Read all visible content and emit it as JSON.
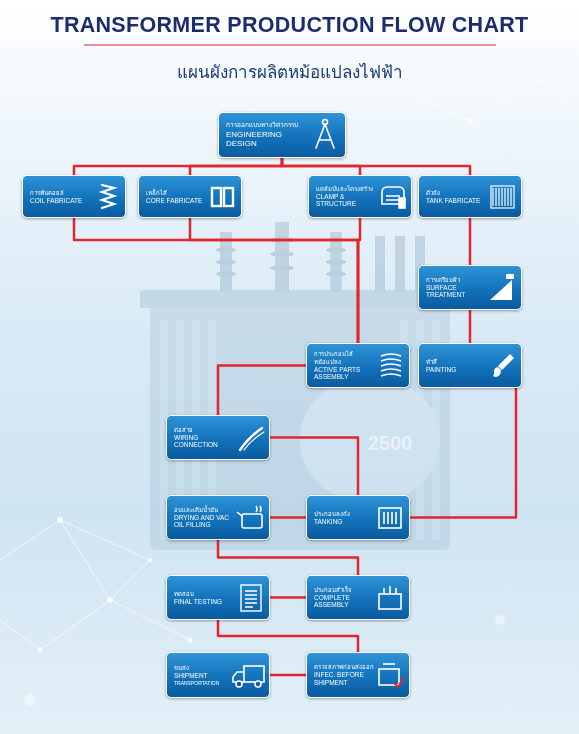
{
  "diagram": {
    "title": "TRANSFORMER PRODUCTION FLOW CHART",
    "nodes": [
      {
        "text": [
          "การออกแบบทางวิศวกรรม",
          "ENGINEERING DESIGN"
        ]
      },
      {
        "text": [
          "การพันคอยล์",
          "COIL FABRICATE"
        ]
      },
      {
        "text": [
          "เหล็กไส้",
          "CORE FABRICATE"
        ]
      },
      {
        "text": [
          "แคล้มป์และโครงสร้าง",
          "CLAMP & STRUCTURE"
        ]
      },
      {
        "text": [
          "ตัวถัง",
          "TANK FABRICATE"
        ]
      },
      {
        "text": [
          "การเตรียมผิว",
          "SURFACE TREATMENT"
        ]
      },
      {
        "text": [
          "ทำสี",
          "PAINTING"
        ]
      },
      {
        "text": [
          "การประกอบไส้หม้อแปลง",
          "ACTIVE PARTS ASSEMBLY"
        ]
      },
      {
        "text": [
          "ต่อสาย",
          "WIRING CONNECTION"
        ]
      },
      {
        "text": [
          "ประกอบลงถัง",
          "TANKING"
        ]
      },
      {
        "text": [
          "อบและเติมน้ำมัน",
          "DRYING AND VAC OIL FILLING"
        ]
      },
      {
        "text": [
          "ประกอบสำเร็จ",
          "COMPLETE ASSEMBLY"
        ]
      },
      {
        "text": [
          "ทดสอบ",
          "FINAL TESTING"
        ]
      },
      {
        "text": [
          "ตรวจสภาพก่อนส่งออก",
          "INFEC. BEFORE SHIPMENT"
        ]
      },
      {
        "text": [
          "ขนส่ง",
          "SHIPMENT",
          "TRANSPORTATION"
        ]
      }
    ],
    "edges": [
      {
        "from": 0,
        "to": 1,
        "arrow": "none"
      },
      {
        "from": 0,
        "to": 2,
        "arrow": "none"
      },
      {
        "from": 0,
        "to": 3,
        "arrow": "none"
      },
      {
        "from": 0,
        "to": 4,
        "arrow": "none"
      },
      {
        "from": 1,
        "to": 7,
        "arrow": "none"
      },
      {
        "from": 2,
        "to": 7,
        "arrow": "none"
      },
      {
        "from": 3,
        "to": 7,
        "arrow": "none"
      },
      {
        "from": 4,
        "to": 5,
        "arrow": "none"
      },
      {
        "from": 5,
        "to": 6,
        "arrow": "none"
      },
      {
        "from": 6,
        "to": 9,
        "arrow": "none"
      },
      {
        "from": 7,
        "to": 8,
        "arrow": "none"
      },
      {
        "from": 8,
        "to": 9,
        "arrow": "none"
      },
      {
        "from": 9,
        "to": 10,
        "arrow": "none"
      },
      {
        "from": 10,
        "to": 11,
        "arrow": "none"
      },
      {
        "from": 11,
        "to": 12,
        "arrow": "none"
      },
      {
        "from": 12,
        "to": 13,
        "arrow": "none"
      },
      {
        "from": 13,
        "to": 14,
        "arrow": "none"
      }
    ],
    "labels": [
      "แผนผังการผลิตหม้อแปลงไฟฟ้า",
      "2500"
    ]
  }
}
